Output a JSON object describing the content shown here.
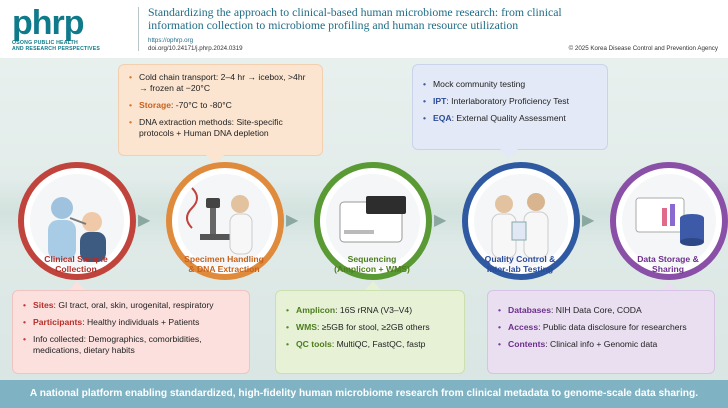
{
  "header": {
    "logo_word": "phrp",
    "logo_sub_1": "OSONG PUBLIC HEALTH",
    "logo_sub_2": "AND RESEARCH PERSPECTIVES",
    "title": "Standardizing the approach to clinical-based human microbiome research: from clinical information collection to microbiome profiling and human resource utilization",
    "url": "https://ophrp.org",
    "doi": "doi.org/10.24171/j.phrp.2024.0319",
    "copyright": "© 2025 Korea Disease Control and Prevention Agency"
  },
  "steps": [
    {
      "label_1": "Clinical Sample",
      "label_2": "Collection",
      "icon": "clinician-swab-icon",
      "color": "#c0443c"
    },
    {
      "label_1": "Specimen Handling",
      "label_2": "& DNA Extraction",
      "icon": "microscope-icon",
      "color": "#e08a3c"
    },
    {
      "label_1": "Sequencing",
      "label_2": "(Amplicon + WMS)",
      "icon": "sequencer-icon",
      "color": "#5a9a34"
    },
    {
      "label_1": "Quality Control &",
      "label_2": "Inter-lab Testing",
      "icon": "researchers-icon",
      "color": "#2f5aa2"
    },
    {
      "label_1": "Data Storage &",
      "label_2": "Sharing",
      "icon": "database-icon",
      "color": "#8a4fa6"
    }
  ],
  "bubbles": {
    "handling": {
      "item1": "Cold chain transport: 2–4 hr → icebox, >4hr → frozen at −20°C",
      "item2_key": "Storage",
      "item2_val": ": -70°C to -80°C",
      "item3": "DNA extraction methods: Site-specific protocols + Human DNA depletion"
    },
    "qc": {
      "item1": "Mock community testing",
      "item2_key": "IPT",
      "item2_val": ": Interlaboratory Proficiency Test",
      "item3_key": "EQA",
      "item3_val": ": External Quality Assessment"
    },
    "collection": {
      "item1_key": "Sites",
      "item1_val": ": GI tract, oral, skin, urogenital, respiratory",
      "item2_key": "Participants",
      "item2_val": ": Healthy individuals + Patients",
      "item3": "Info collected: Demographics, comorbidities, medications, dietary habits"
    },
    "sequencing": {
      "item1_key": "Amplicon",
      "item1_val": ": 16S rRNA (V3–V4)",
      "item2_key": "WMS",
      "item2_val": ": ≥5GB for stool, ≥2GB others",
      "item3_key": "QC tools",
      "item3_val": ": MultiQC, FastQC, fastp"
    },
    "storage": {
      "item1_key": "Databases",
      "item1_val": ": NIH Data Core, CODA",
      "item2_key": "Access",
      "item2_val": ": Public data disclosure for researchers",
      "item3_key": "Contents",
      "item3_val": ": Clinical info + Genomic data"
    }
  },
  "footer": {
    "text": "A national platform enabling standardized, high-fidelity human microbiome research from clinical metadata to genome-scale data sharing."
  }
}
